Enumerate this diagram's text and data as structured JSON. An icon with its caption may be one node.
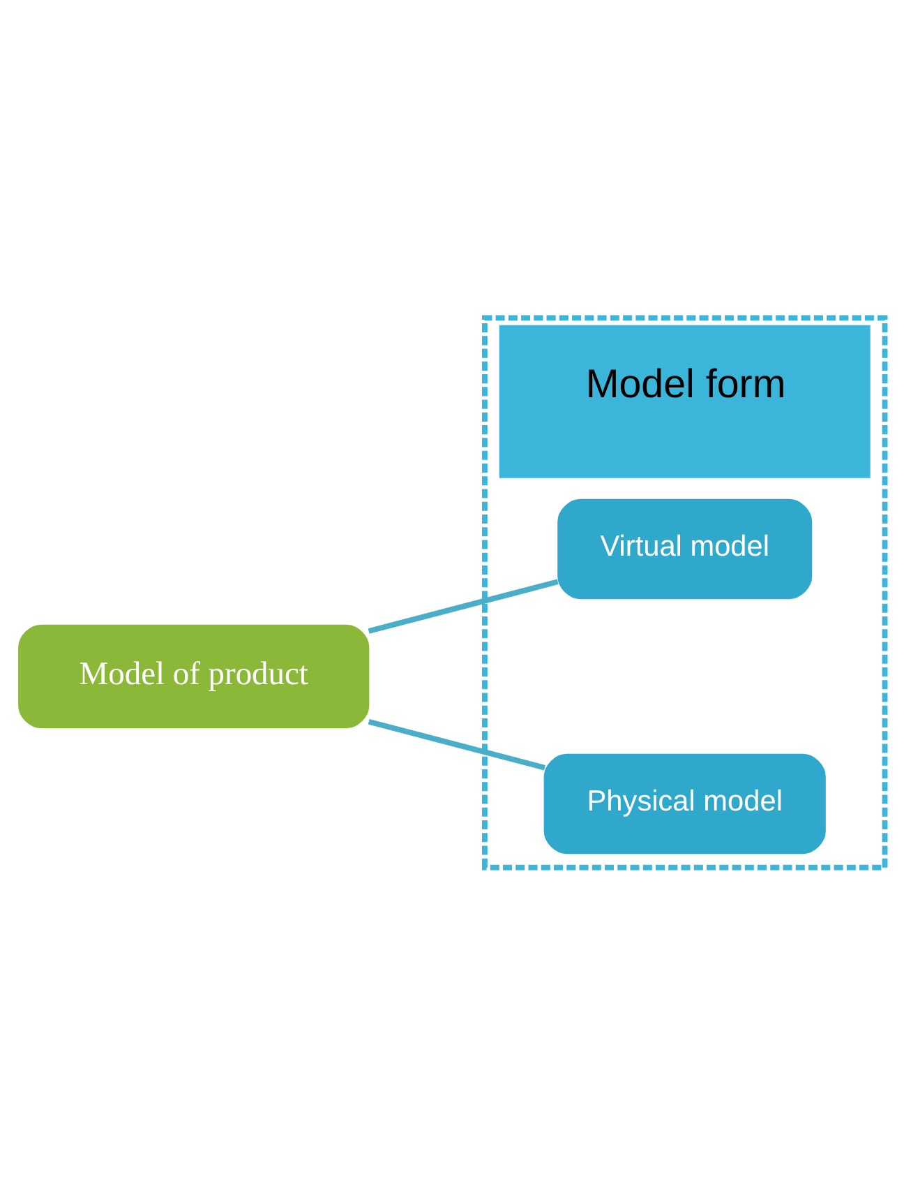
{
  "diagram": {
    "nodes": [
      {
        "text": [
          "Model of product"
        ]
      },
      {
        "text": [
          "Model form"
        ]
      },
      {
        "text": [
          "Virtual model"
        ],
        "in": 1
      },
      {
        "text": [
          "Physical model"
        ],
        "in": 1
      }
    ],
    "edges": [
      {
        "from": 0,
        "to": 2,
        "arrow": "none"
      },
      {
        "from": 0,
        "to": 3,
        "arrow": "none"
      }
    ]
  }
}
